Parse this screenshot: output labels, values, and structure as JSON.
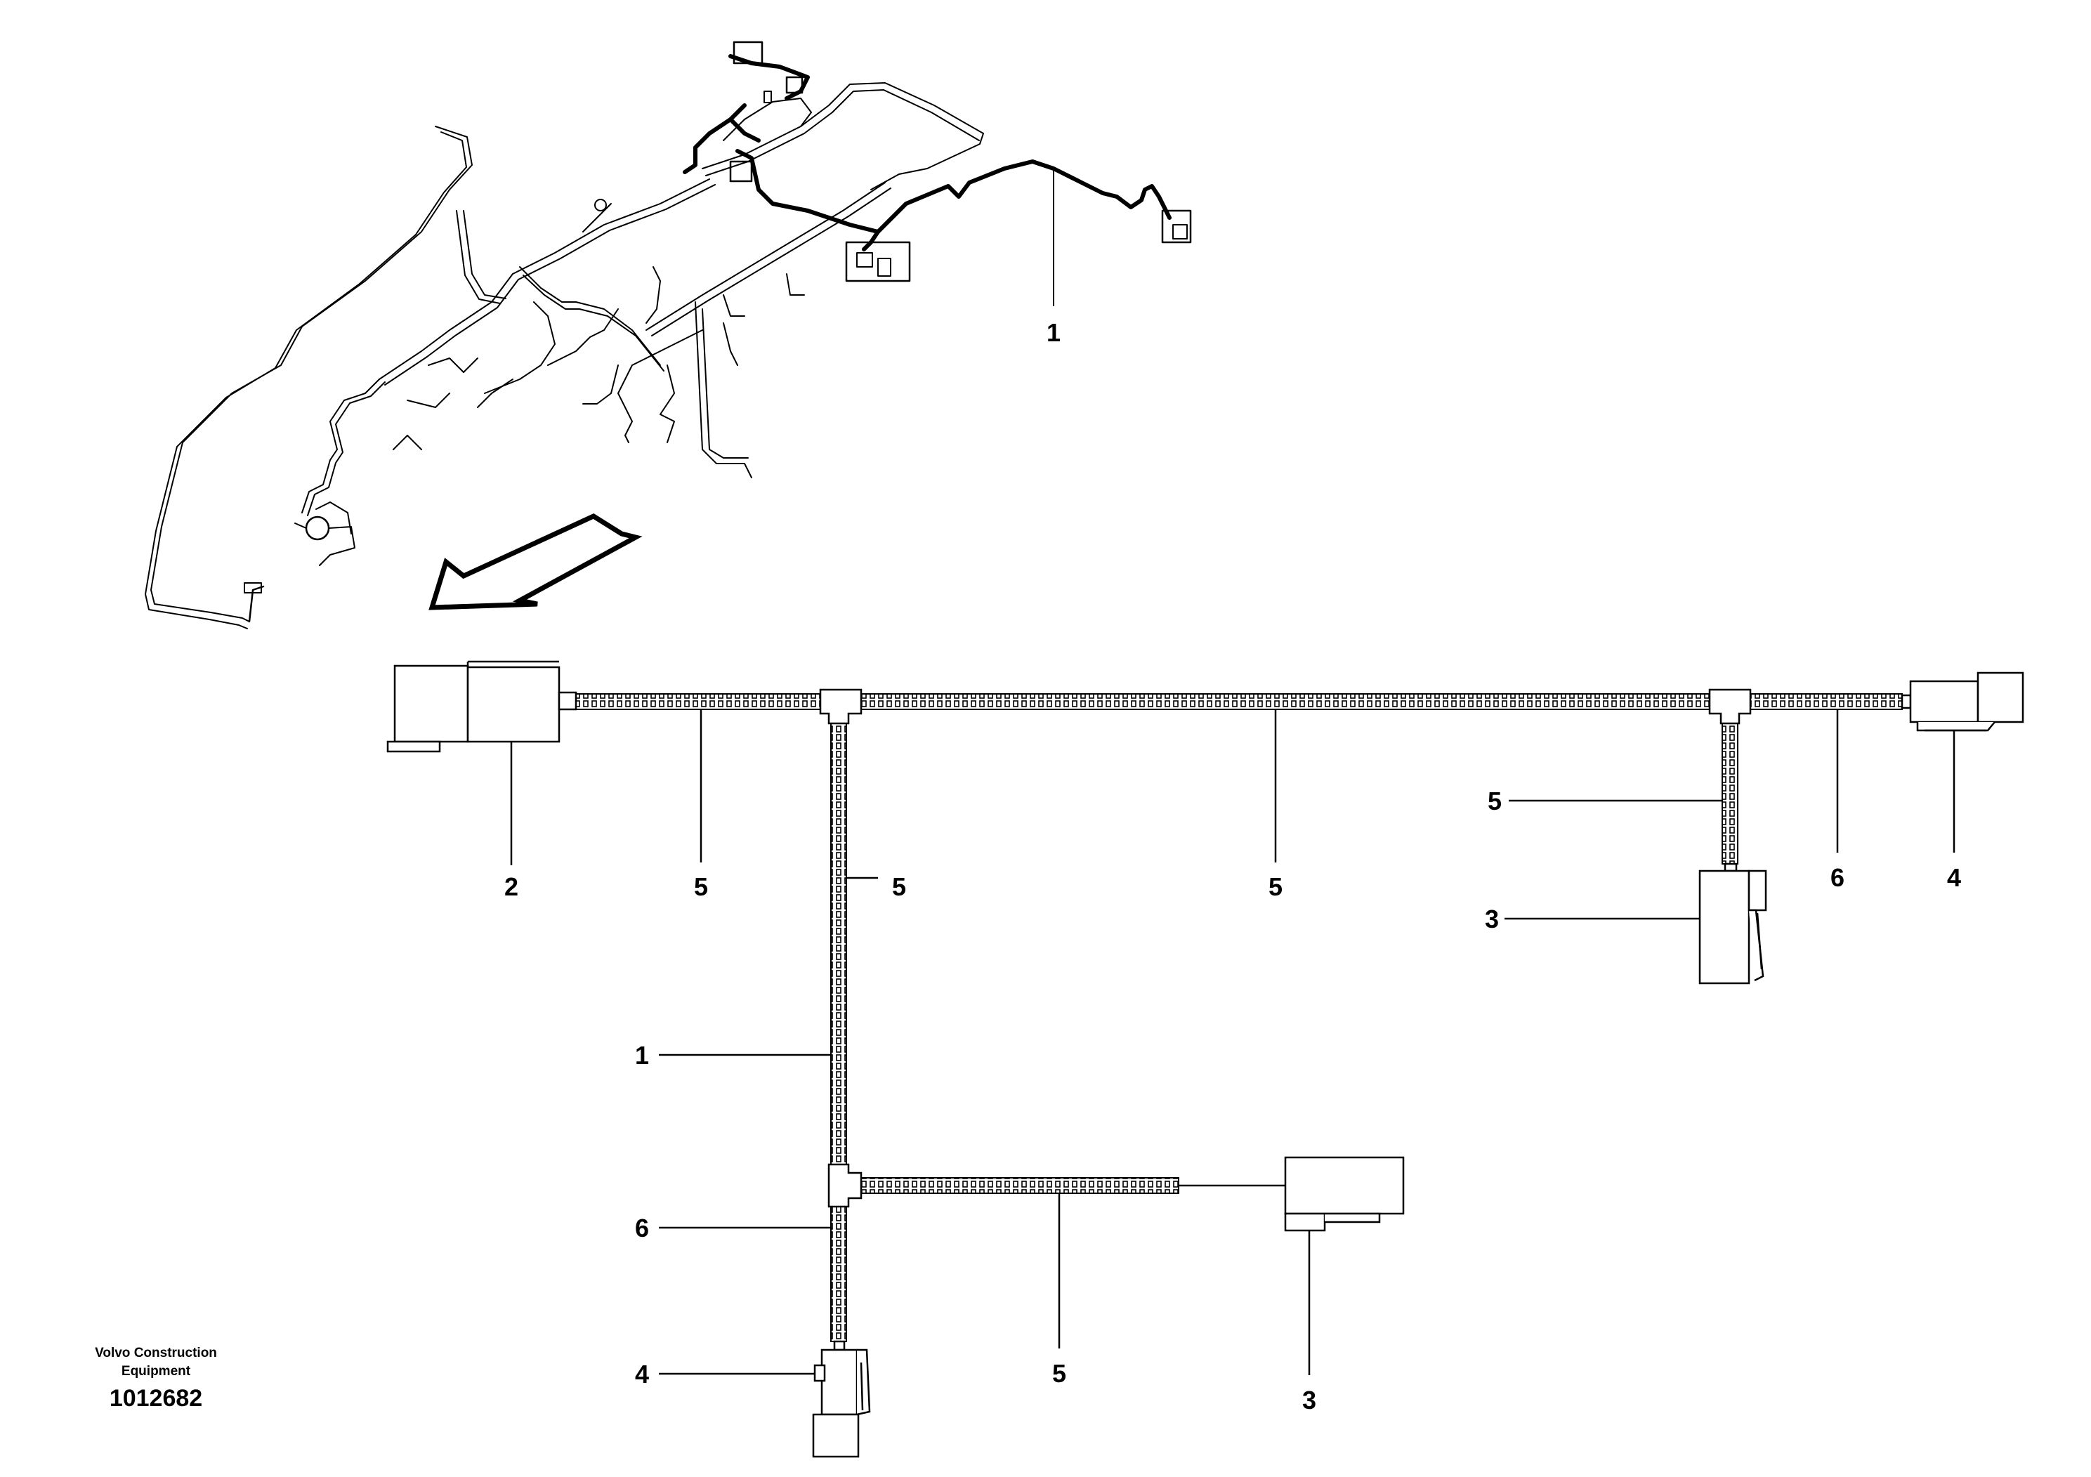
{
  "callouts": {
    "c1_top": "1",
    "c2": "2",
    "c5_a": "5",
    "c5_b": "5",
    "c5_c": "5",
    "c5_d": "5",
    "c6_right": "6",
    "c4_right": "4",
    "c3_right": "3",
    "c1_mid": "1",
    "c6_bottom": "6",
    "c4_bottom": "4",
    "c5_bottom": "5",
    "c3_bottom": "3"
  },
  "footer": {
    "line1": "Volvo Construction",
    "line2": "Equipment",
    "ref": "1012682"
  }
}
